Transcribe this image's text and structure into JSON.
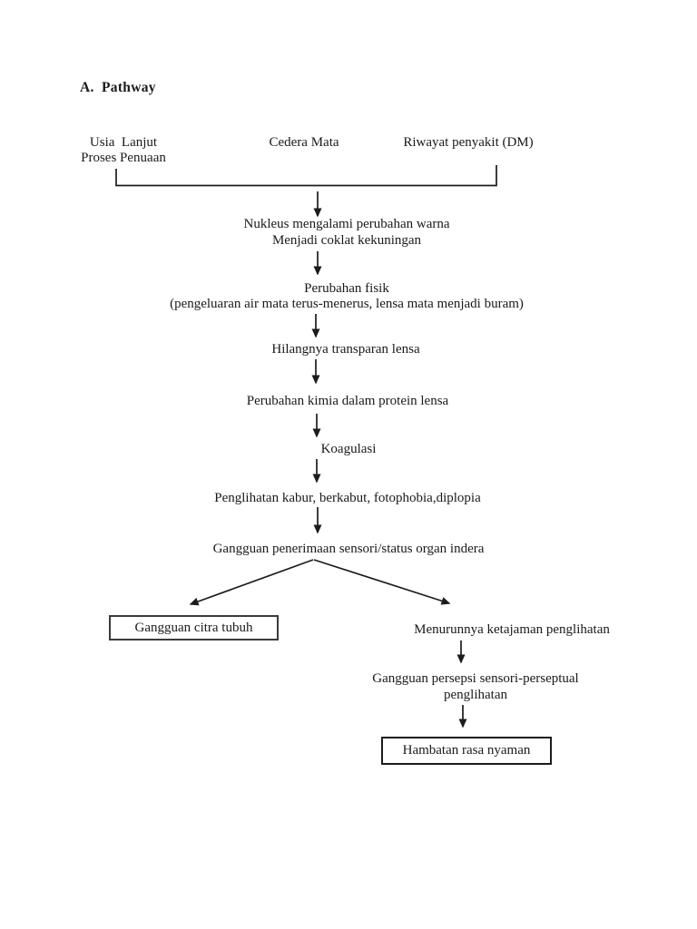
{
  "title": "A.  Pathway",
  "causes": [
    {
      "line1": "Usia  Lanjut",
      "line2": "Proses Penuaan"
    },
    {
      "line1": "Cedera Mata"
    },
    {
      "line1": "Riwayat penyakit (DM)"
    }
  ],
  "chain": [
    {
      "line1": "Nukleus mengalami perubahan warna",
      "line2": "Menjadi coklat kekuningan"
    },
    {
      "line1": "Perubahan fisik",
      "line2": "(pengeluaran air mata terus-menerus, lensa mata menjadi buram)"
    },
    {
      "line1": "Hilangnya transparan lensa"
    },
    {
      "line1": "Perubahan kimia dalam protein lensa"
    },
    {
      "line1": "Koagulasi"
    },
    {
      "line1": "Penglihatan kabur, berkabut, fotophobia,diplopia"
    },
    {
      "line1": "Gangguan penerimaan sensori/status organ indera"
    }
  ],
  "branches": {
    "left_box": "Gangguan citra tubuh",
    "right_node1": "Menurunnya ketajaman penglihatan",
    "right_node2_line1": "Gangguan persepsi sensori-perseptual",
    "right_node2_line2": "penglihatan",
    "right_box": "Hambatan rasa nyaman"
  },
  "colors": {
    "text": "#1a1a1a",
    "line": "#1c1c1c",
    "page_bg": "#ffffff"
  }
}
